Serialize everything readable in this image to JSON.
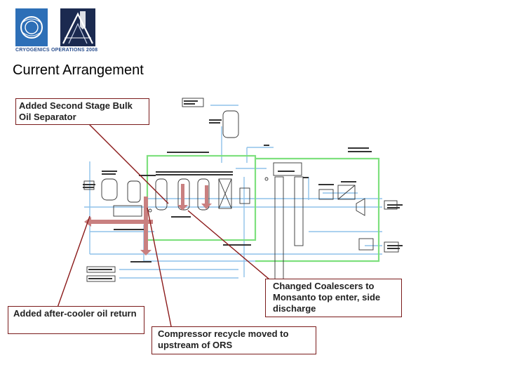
{
  "header": {
    "logo_text": "CRYOGENICS OPERATIONS 2008",
    "title": "Current Arrangement"
  },
  "callouts": {
    "bulk_oil_separator": "Added Second Stage Bulk Oil Separator",
    "after_cooler": "Added after-cooler oil return",
    "coalescers": "Changed Coalescers to Monsanto top enter, side discharge",
    "compressor_recycle": "Compressor recycle moved to upstream of ORS"
  },
  "colors": {
    "oil_removal_box": "#7ee07e",
    "piping": "#8fc2ea",
    "arrow": "#c98080",
    "leader": "#8b1a1a",
    "equipment": "#333333"
  },
  "icons": [
    "cern-logo",
    "cryogenics-logo"
  ]
}
